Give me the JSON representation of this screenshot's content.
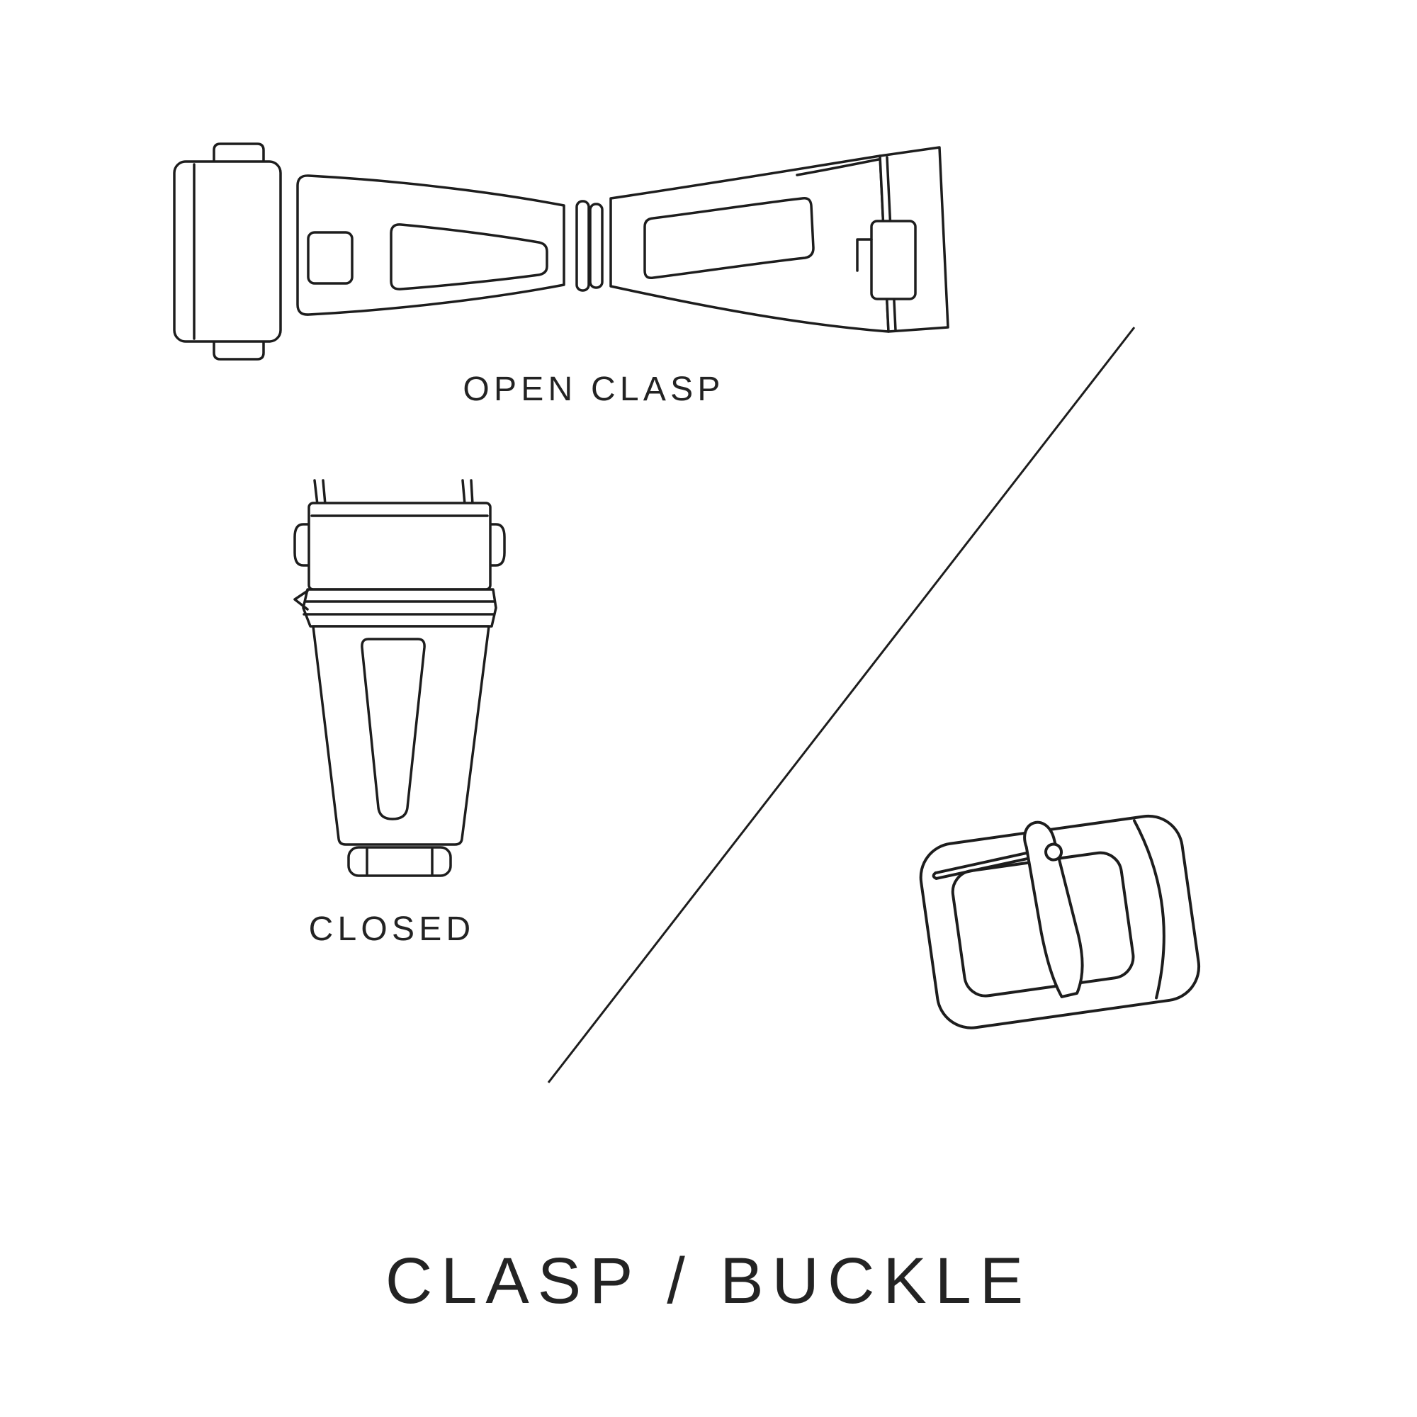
{
  "page": {
    "background": "#ffffff",
    "ink_color": "#1d1d1d",
    "text_color": "#232323"
  },
  "labels": {
    "open_clasp": "OPEN CLASP",
    "closed": "CLOSED",
    "title": "CLASP / BUCKLE"
  },
  "illustrations": {
    "open_clasp": "open-clasp-line-drawing",
    "closed_clasp": "closed-clasp-line-drawing",
    "buckle": "tang-buckle-line-drawing",
    "divider": "diagonal-divider-line"
  }
}
